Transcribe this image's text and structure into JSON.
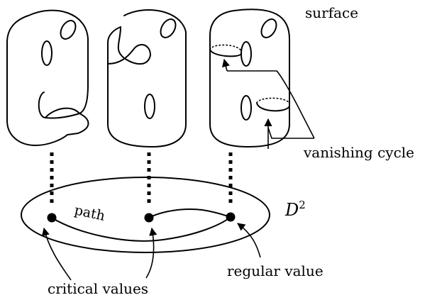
{
  "labels": {
    "surface": "surface",
    "vanishing_cycle": "vanishing cycle",
    "d2_base": "D",
    "d2_exponent": "2",
    "path": "path",
    "regular_value": "regular value",
    "critical_values": "critical values"
  },
  "colors": {
    "ink": "#000000",
    "background": "#ffffff"
  }
}
